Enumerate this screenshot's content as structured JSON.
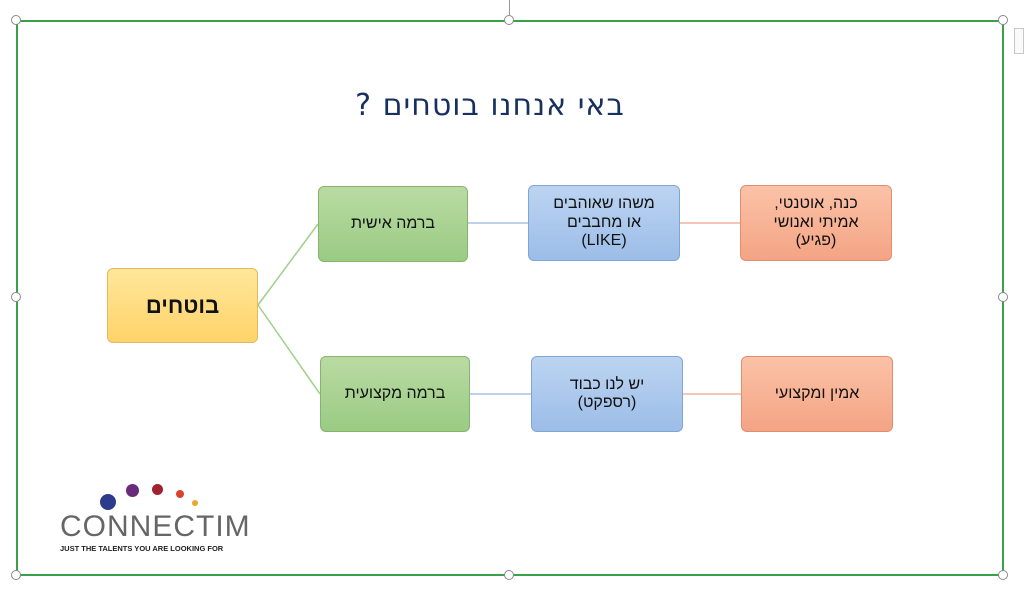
{
  "slide": {
    "title": "באי אנחנו בוטחים ?",
    "root_label": "בוטחים",
    "rows": [
      {
        "level": "ברמה אישית",
        "middle": "משהו שאוהבים\nאו מחבבים\n(LIKE)",
        "right": "כנה, אוטנטי,\nאמיתי ואנושי\n(פגיע)"
      },
      {
        "level": "ברמה מקצועית",
        "middle": "יש לנו כבוד\n(רספקט)",
        "right": "אמין ומקצועי"
      }
    ]
  },
  "logo": {
    "word": "CONNECTIM",
    "tagline": "JUST THE TALENTS YOU ARE LOOKING FOR",
    "dot_colors": [
      "#2e3a8c",
      "#6a2c7a",
      "#a0222e",
      "#d6452f",
      "#e8a92a"
    ]
  },
  "colors": {
    "frame": "#3aa14b",
    "title": "#17305f",
    "green_line": "#9fd08a",
    "blue_line": "#a8c4e8",
    "orange_line": "#f2b39a"
  }
}
